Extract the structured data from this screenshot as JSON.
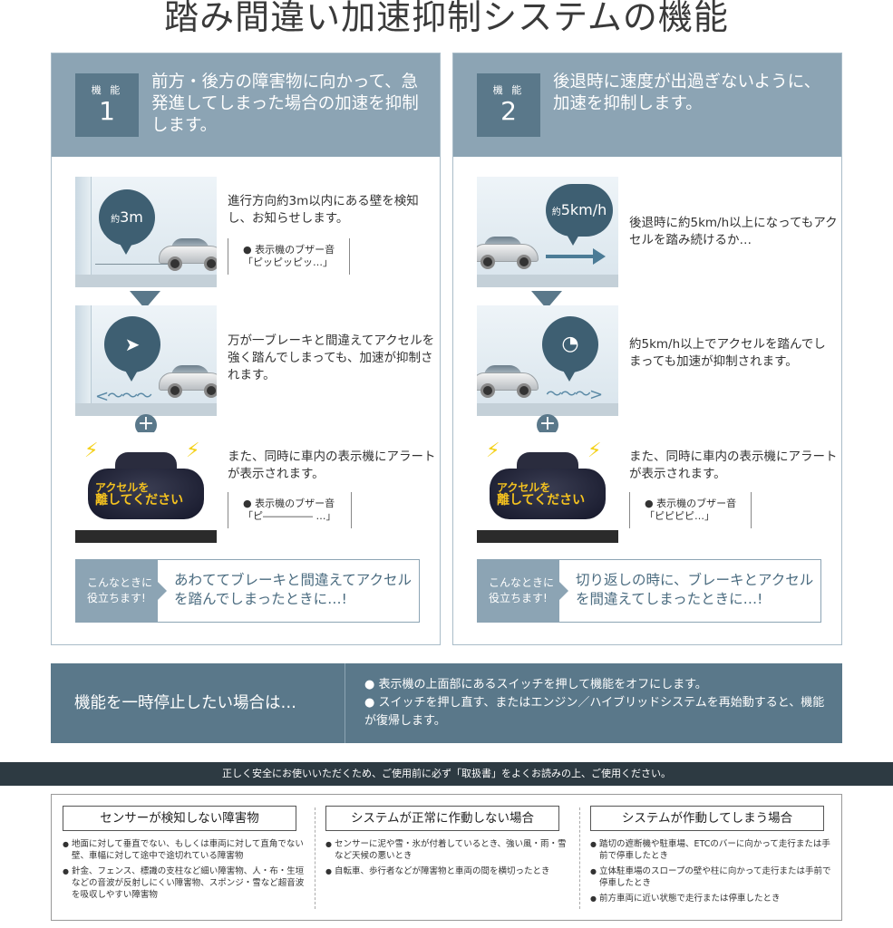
{
  "title": "踏み間違い加速抑制システムの機能",
  "feature1": {
    "label": "機 能",
    "number": "1",
    "heading": "前方・後方の障害物に向かって、急発進してしまった場合の加速を抑制します。",
    "bubble_main": "3m",
    "bubble_prefix": "約",
    "step1_text": "進行方向約3m以内にある壁を検知し、お知らせします。",
    "step1_note_line1": "● 表示機のブザー音",
    "step1_note_line2": "「ピッピッピッ…」",
    "step2_text": "万が一ブレーキと間違えてアクセルを強く踏んでしまっても、加速が抑制されます。",
    "step3_text": "また、同時に車内の表示機にアラートが表示されます。",
    "step3_note_line1": "● 表示機のブザー音",
    "step3_note_line2": "「ピ――――― …」",
    "screen_line1": "アクセルを",
    "screen_line2": "離してください",
    "helpful_tag": "こんなときに役立ちます!",
    "helpful_msg": "あわててブレーキと間違えてアクセルを踏んでしまったときに…!"
  },
  "feature2": {
    "label": "機 能",
    "number": "2",
    "heading": "後退時に速度が出過ぎないように、加速を抑制します。",
    "bubble_main": "5km/h",
    "bubble_prefix": "約",
    "step1_text": "後退時に約5km/h以上になってもアクセルを踏み続けるか…",
    "step2_text": "約5km/h以上でアクセルを踏んでしまっても加速が抑制されます。",
    "step3_text": "また、同時に車内の表示機にアラートが表示されます。",
    "step3_note_line1": "● 表示機のブザー音",
    "step3_note_line2": "「ピピピピ…」",
    "screen_line1": "アクセルを",
    "screen_line2": "離してください",
    "helpful_tag": "こんなときに役立ちます!",
    "helpful_msg": "切り返しの時に、ブレーキとアクセルを間違えてしまったときに…!"
  },
  "pause": {
    "title": "機能を一時停止したい場合は…",
    "items": [
      "● 表示機の上面部にあるスイッチを押して機能をオフにします。",
      "● スイッチを押し直す、またはエンジン／ハイブリッドシステムを再始動すると、機能が復帰します。"
    ]
  },
  "banner": "正しく安全にお使いいただくため、ご使用前に必ず「取扱書」をよくお読みの上、ご使用ください。",
  "warnings": [
    {
      "heading": "センサーが検知しない障害物",
      "items": [
        "地面に対して垂直でない、もしくは車両に対して直角でない壁、車幅に対して途中で途切れている障害物",
        "針金、フェンス、標識の支柱など細い障害物、人・布・生垣などの音波が反射しにくい障害物、スポンジ・雪など超音波を吸収しやすい障害物"
      ]
    },
    {
      "heading": "システムが正常に作動しない場合",
      "items": [
        "センサーに泥や雪・氷が付着しているとき、強い風・雨・雪など天候の悪いとき",
        "自転車、歩行者などが障害物と車両の間を横切ったとき"
      ]
    },
    {
      "heading": "システムが作動してしまう場合",
      "items": [
        "踏切の遮断機や駐車場、ETCのバーに向かって走行または手前で停車したとき",
        "立体駐車場のスロープの壁や柱に向かって走行または手前で停車したとき",
        "前方車両に近い状態で走行または停車したとき"
      ]
    }
  ]
}
